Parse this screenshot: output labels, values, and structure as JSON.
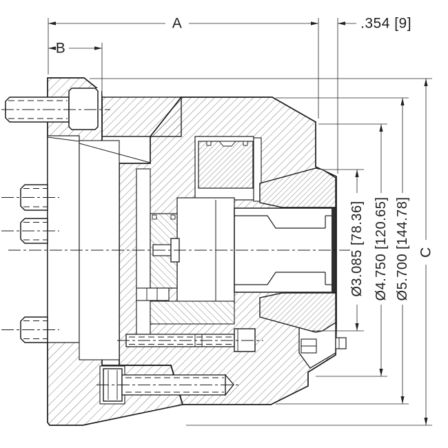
{
  "drawing": {
    "title": "collet-chuck-cross-section",
    "dimensions": {
      "a": "A",
      "b": "B",
      "c": "C",
      "offset": ".354 [9]",
      "dia_small": "Ø3.085 [78.36]",
      "dia_mid": "Ø4.750 [120.65]",
      "dia_large": "Ø5.700 [144.78]"
    },
    "colors": {
      "line": "#1a1a1a",
      "hatch": "#3d3d3d",
      "dim": "#222222",
      "background": "#ffffff"
    }
  }
}
